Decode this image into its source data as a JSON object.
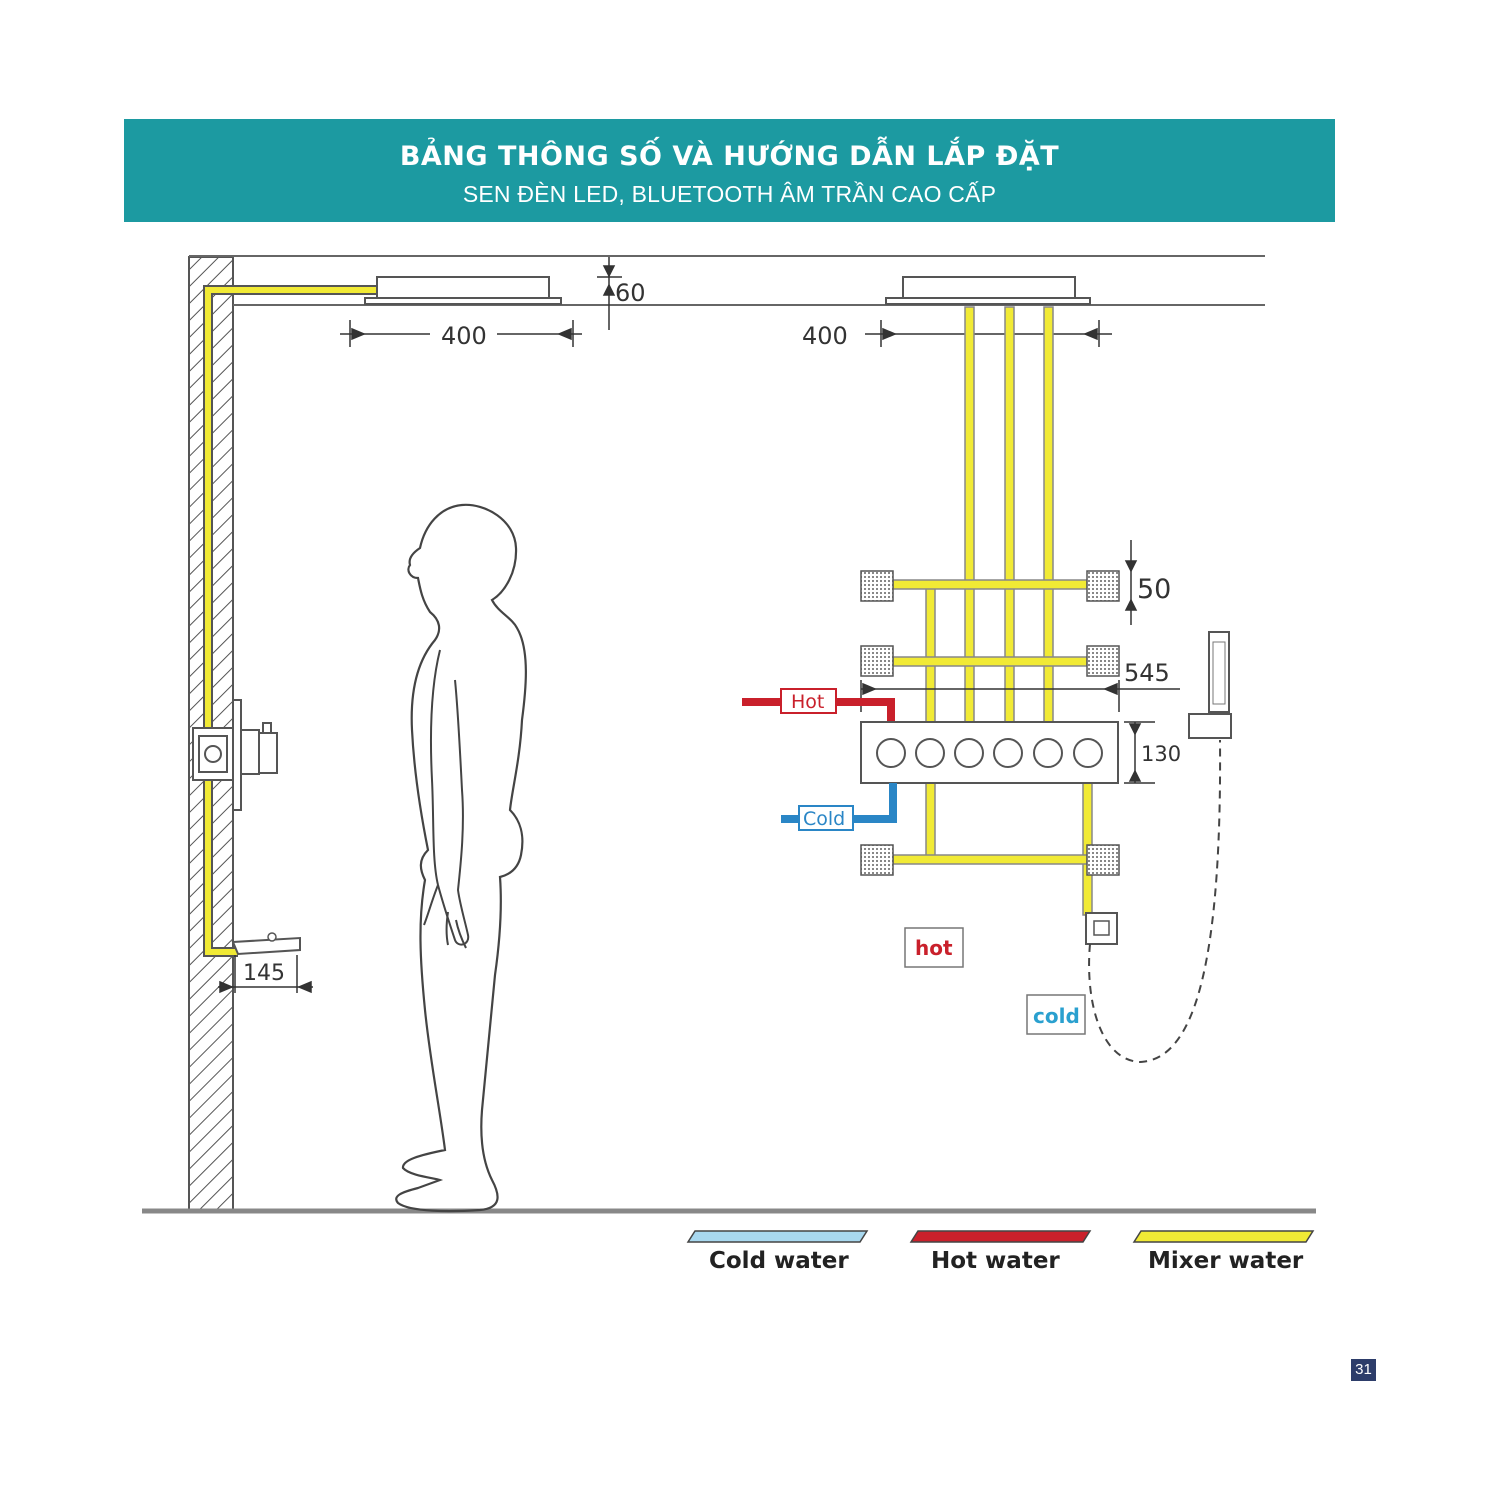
{
  "header": {
    "title": "BẢNG THÔNG SỐ VÀ HƯỚNG DẪN LẮP ĐẶT",
    "subtitle": "SEN ĐÈN LED, BLUETOOTH ÂM TRẦN CAO CẤP"
  },
  "dimensions": {
    "ceiling_offset": "60",
    "left_head_width": "400",
    "right_head_width": "400",
    "jet_spacing": "50",
    "jets_span": "545",
    "valve_height": "130",
    "spout_projection": "145"
  },
  "pipe_labels": {
    "hot_inlet": "Hot",
    "cold_inlet": "Cold",
    "hot_sign": "hot",
    "cold_sign": "cold"
  },
  "legend": {
    "cold": "Cold water",
    "hot": "Hot water",
    "mixer": "Mixer water"
  },
  "colors": {
    "banner": "#1c9aa1",
    "cold": "#a8d8ef",
    "hot": "#c9202b",
    "mixer": "#f1ea35",
    "page_badge": "#2d3d6a"
  },
  "page_number": "31"
}
